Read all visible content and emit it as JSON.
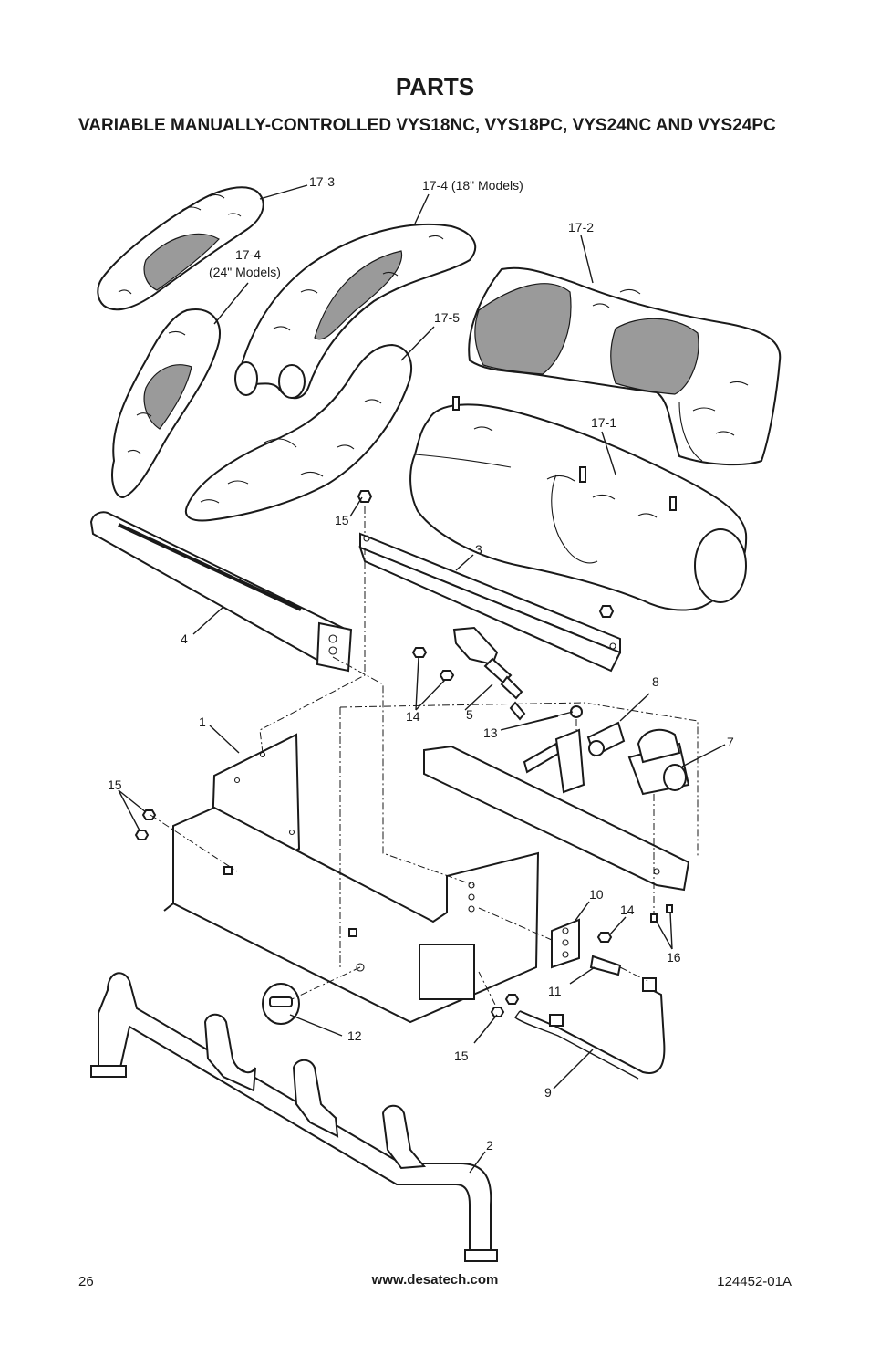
{
  "page": {
    "title": "PARTS",
    "subtitle": "VARIABLE MANUALLY-CONTROLLED VYS18NC, VYS18PC, VYS24NC AND VYS24PC",
    "page_number": "26",
    "website": "www.desatech.com",
    "doc_number": "124452-01A"
  },
  "callouts": {
    "c17_3": "17-3",
    "c17_4_18": "17-4 (18\" Models)",
    "c17_2": "17-2",
    "c17_4_24a": "17-4",
    "c17_4_24b": "(24\" Models)",
    "c17_5": "17-5",
    "c17_1": "17-1",
    "c15_top": "15",
    "c3": "3",
    "c4": "4",
    "c8": "8",
    "c14_left": "14",
    "c5": "5",
    "c13": "13",
    "c7": "7",
    "c1": "1",
    "c15_left": "15",
    "c10": "10",
    "c14_right": "14",
    "c16": "16",
    "c11": "11",
    "c12": "12",
    "c15_bottom": "15",
    "c9": "9",
    "c2": "2"
  }
}
